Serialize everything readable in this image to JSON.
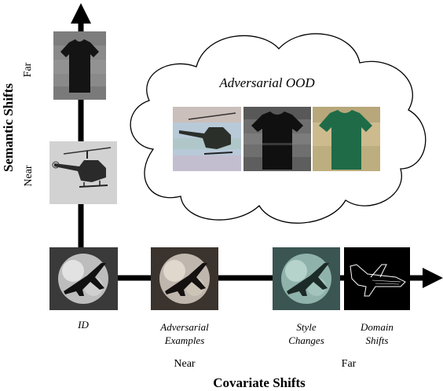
{
  "diagram": {
    "y_axis_title": "Semantic Shifts",
    "x_axis_title": "Covariate Shifts",
    "y_levels": {
      "far": "Far",
      "near": "Near"
    },
    "x_levels": {
      "near": "Near",
      "far": "Far"
    },
    "cloud_title": "Adversarial OOD",
    "x_items": [
      {
        "line1": "ID",
        "line2": ""
      },
      {
        "line1": "Adversarial",
        "line2": "Examples"
      },
      {
        "line1": "Style",
        "line2": "Changes"
      },
      {
        "line1": "Domain",
        "line2": "Shifts"
      }
    ],
    "colors": {
      "axis": "#000000",
      "tshirt_dark": "#1a1a1a",
      "tshirt_green": "#1f6b48",
      "cloud_fill": "#ffffff",
      "cloud_stroke": "#000000"
    }
  }
}
